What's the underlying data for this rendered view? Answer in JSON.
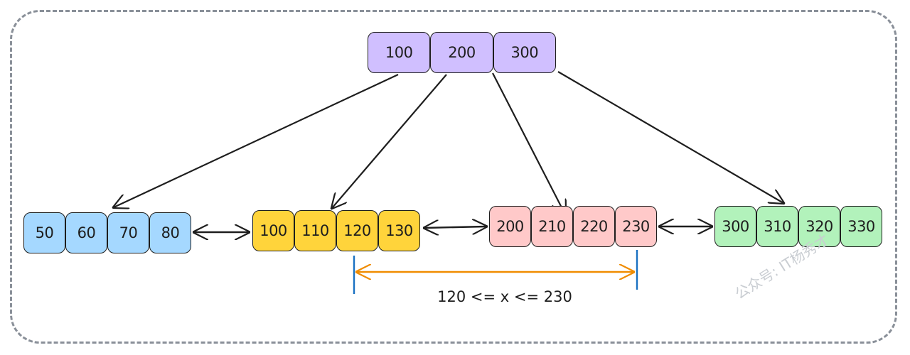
{
  "colors": {
    "root": "#d0bfff",
    "leaf_blue": "#a5d8ff",
    "leaf_yellow": "#ffd43b",
    "leaf_pink": "#ffc9c9",
    "leaf_green": "#b2f2bb",
    "stroke": "#1e1e1e",
    "range_arrow": "#f08c00",
    "range_marker": "#1971c2",
    "frame": "#8a9099"
  },
  "root": {
    "keys": [
      "100",
      "200",
      "300"
    ]
  },
  "leaves": [
    {
      "color": "leaf_blue",
      "keys": [
        "50",
        "60",
        "70",
        "80"
      ]
    },
    {
      "color": "leaf_yellow",
      "keys": [
        "100",
        "110",
        "120",
        "130"
      ]
    },
    {
      "color": "leaf_pink",
      "keys": [
        "200",
        "210",
        "220",
        "230"
      ]
    },
    {
      "color": "leaf_green",
      "keys": [
        "300",
        "310",
        "320",
        "330"
      ]
    }
  ],
  "range": {
    "label": "120 <= x <= 230"
  },
  "watermark": "公众号: IT杨秀才"
}
